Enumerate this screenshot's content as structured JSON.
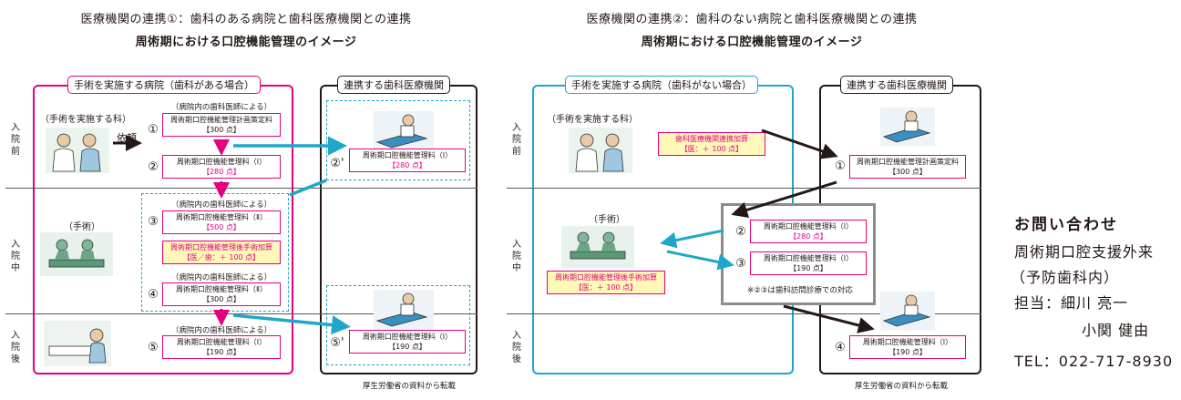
{
  "left": {
    "title": "医療機関の連携①：歯科のある病院と歯科医療機関との連携",
    "subtitle": "周術期における口腔機能管理のイメージ",
    "hospital_label": "手術を実施する病院（歯科がある場合）",
    "dental_label": "連携する歯科医療機関",
    "stage_pre": "入院前",
    "stage_mid": "入院中",
    "stage_post": "入院後",
    "dept_surgery": "（手術を実施する科）",
    "request": "依頼",
    "dept_op": "（手術）",
    "by_dentist": "（病院内の歯科医師による）",
    "n1": "①",
    "n2": "②",
    "n2p": "②'",
    "n3": "③",
    "n4": "④",
    "n5": "⑤",
    "n5p": "⑤'",
    "fee1": {
      "name": "周術期口腔機能管理計画策定料",
      "pts": "【300 点】"
    },
    "fee2": {
      "name": "周術期口腔機能管理料（Ⅰ）",
      "pts": "【280 点】"
    },
    "fee2p": {
      "name": "周術期口腔機能管理料（Ⅰ）",
      "pts": "【280 点】"
    },
    "fee3": {
      "name": "周術期口腔機能管理料（Ⅱ）",
      "pts": "【500 点】"
    },
    "addon": {
      "name": "周術期口腔機能管理後手術加算",
      "pts": "【医／歯：＋ 100 点】"
    },
    "fee4": {
      "name": "周術期口腔機能管理料（Ⅱ）",
      "pts": "【300 点】"
    },
    "fee5": {
      "name": "周術期口腔機能管理料（Ⅰ）",
      "pts": "【190 点】"
    },
    "fee5p": {
      "name": "周術期口腔機能管理料（Ⅰ）",
      "pts": "【190 点】"
    },
    "source": "厚生労働省の資料から転載"
  },
  "right": {
    "title": "医療機関の連携②：歯科のない病院と歯科医療機関との連携",
    "subtitle": "周術期における口腔機能管理のイメージ",
    "hospital_label": "手術を実施する病院（歯科がない場合）",
    "dental_label": "連携する歯科医療機関",
    "stage_pre": "入院前",
    "stage_mid": "入院中",
    "stage_post": "入院後",
    "dept_surgery": "（手術を実施する科）",
    "dept_op": "（手術）",
    "addon_pre": {
      "name": "歯科医療機関連携加算",
      "pts": "【医：＋ 100 点】"
    },
    "addon_op": {
      "name": "周術期口腔機能管理後手術加算",
      "pts": "【医：＋ 100 点】"
    },
    "n1": "①",
    "n2": "②",
    "n3": "③",
    "n4": "④",
    "fee1": {
      "name": "周術期口腔機能管理計画策定料",
      "pts": "【300 点】"
    },
    "fee2": {
      "name": "周術期口腔機能管理料（Ⅰ）",
      "pts": "【280 点】"
    },
    "fee3": {
      "name": "周術期口腔機能管理料（Ⅰ）",
      "pts": "【190 点】"
    },
    "fee4": {
      "name": "周術期口腔機能管理料（Ⅰ）",
      "pts": "【190 点】"
    },
    "note": "※②③は歯科訪問診療での対応",
    "source": "厚生労働省の資料から転載"
  },
  "contact": {
    "title": "お問い合わせ",
    "dept": "周術期口腔支援外来",
    "sub": "（予防歯科内）",
    "person1": "担当：細川 亮一",
    "person2": "小関 健由",
    "tel": "TEL：022-717-8930"
  },
  "colors": {
    "accent_pink": "#e4007f",
    "accent_blue": "#1fa7c9",
    "addon_bg": "#fff8b8"
  }
}
